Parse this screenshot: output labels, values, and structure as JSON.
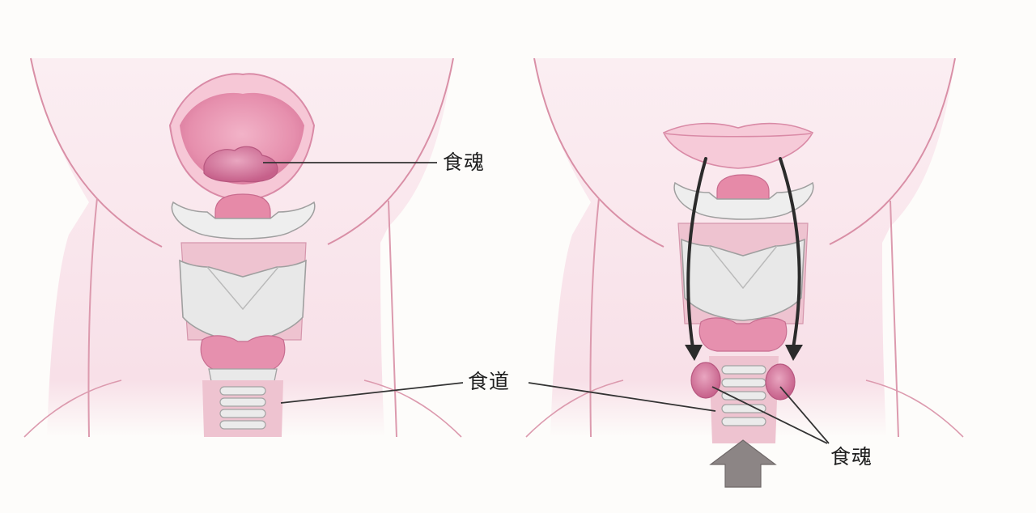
{
  "figure": {
    "left_panel": {
      "bolus_label": "食魂",
      "esophagus_label": "食道"
    },
    "right_panel": {
      "bolus_label": "食魂"
    }
  },
  "colors": {
    "skin": "#f9e3ea",
    "skin_outline": "#d88fa6",
    "cartilage": "#ececec",
    "cartilage_outline": "#a7a7a7",
    "muscle": "#eec3d0",
    "tissue_pink": "#e58aa8",
    "bolus": "#d2739a",
    "arrow_dark": "#2b2b2b",
    "arrow_gray": "#8c8585"
  }
}
